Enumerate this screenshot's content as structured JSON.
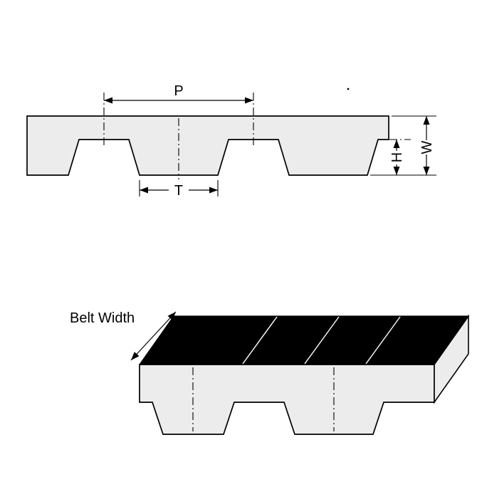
{
  "labels": {
    "pitch": "P",
    "tooth_width": "T",
    "tooth_height": "H",
    "overall_thickness": "W",
    "belt_width": "Belt Width"
  },
  "colors": {
    "line": "#000000",
    "belt_fill": "#ececec",
    "top_face_fill": "#000000",
    "background": "#ffffff"
  }
}
